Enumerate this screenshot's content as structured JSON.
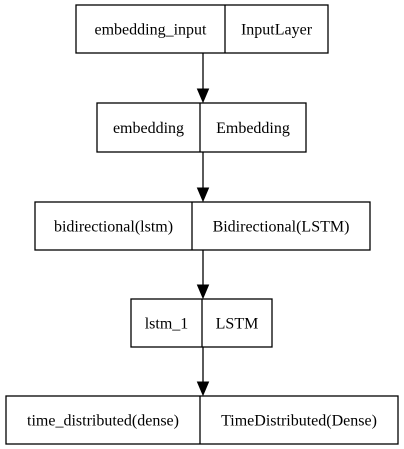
{
  "layers": [
    {
      "name": "embedding_input",
      "type": "InputLayer"
    },
    {
      "name": "embedding",
      "type": "Embedding"
    },
    {
      "name": "bidirectional(lstm)",
      "type": "Bidirectional(LSTM)"
    },
    {
      "name": "lstm_1",
      "type": "LSTM"
    },
    {
      "name": "time_distributed(dense)",
      "type": "TimeDistributed(Dense)"
    }
  ],
  "edges": [
    {
      "from": "embedding_input",
      "to": "embedding"
    },
    {
      "from": "embedding",
      "to": "bidirectional(lstm)"
    },
    {
      "from": "bidirectional(lstm)",
      "to": "lstm_1"
    },
    {
      "from": "lstm_1",
      "to": "time_distributed(dense)"
    }
  ]
}
